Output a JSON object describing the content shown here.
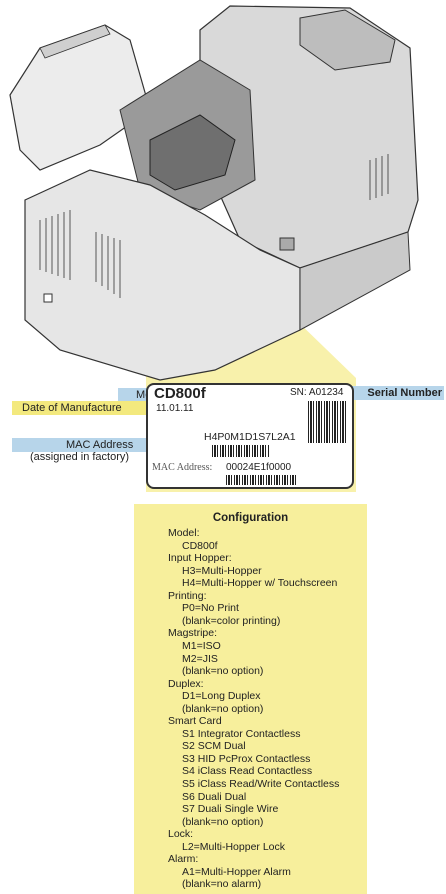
{
  "label": {
    "model_caption": "Model",
    "model_value": "CD800f",
    "serial_caption": "Serial Number",
    "serial_value": "SN: A01234",
    "date_caption": "Date of Manufacture",
    "date_value": "11.01.11",
    "config_code": "H4P0M1D1S7L2A1",
    "mac_caption": "MAC Address",
    "mac_note": "(assigned in factory)",
    "mac_field_label": "MAC Address:",
    "mac_value": "00024E1f0000"
  },
  "configuration": {
    "title": "Configuration",
    "lines": [
      {
        "text": "Model:",
        "indent": 0
      },
      {
        "text": "CD800f",
        "indent": 1
      },
      {
        "text": "Input Hopper:",
        "indent": 0
      },
      {
        "text": "H3=Multi-Hopper",
        "indent": 1
      },
      {
        "text": "H4=Multi-Hopper w/ Touchscreen",
        "indent": 1
      },
      {
        "text": "Printing:",
        "indent": 0
      },
      {
        "text": "P0=No Print",
        "indent": 1
      },
      {
        "text": "(blank=color printing)",
        "indent": 1
      },
      {
        "text": "Magstripe:",
        "indent": 0
      },
      {
        "text": "M1=ISO",
        "indent": 1
      },
      {
        "text": "M2=JIS",
        "indent": 1
      },
      {
        "text": "(blank=no option)",
        "indent": 1
      },
      {
        "text": "Duplex:",
        "indent": 0
      },
      {
        "text": "D1=Long Duplex",
        "indent": 1
      },
      {
        "text": "(blank=no option)",
        "indent": 1
      },
      {
        "text": "Smart Card",
        "indent": 0
      },
      {
        "text": "S1 Integrator Contactless",
        "indent": 1
      },
      {
        "text": "S2 SCM Dual",
        "indent": 1
      },
      {
        "text": "S3 HID PcProx Contactless",
        "indent": 1
      },
      {
        "text": "S4 iClass Read Contactless",
        "indent": 1
      },
      {
        "text": "S5 iClass Read/Write Contactless",
        "indent": 1
      },
      {
        "text": "S6 Duali Dual",
        "indent": 1
      },
      {
        "text": "S7 Duali Single Wire",
        "indent": 1
      },
      {
        "text": "(blank=no option)",
        "indent": 1
      },
      {
        "text": "Lock:",
        "indent": 0
      },
      {
        "text": "L2=Multi-Hopper Lock",
        "indent": 1
      },
      {
        "text": "Alarm:",
        "indent": 0
      },
      {
        "text": "A1=Multi-Hopper Alarm",
        "indent": 1
      },
      {
        "text": "(blank=no alarm)",
        "indent": 1
      }
    ]
  },
  "colors": {
    "highlight_yellow": "#f7ef9c",
    "caption_blue": "#b7d5ea",
    "caption_yellow": "#f3e97e",
    "printer_body": "#e6e6e6",
    "printer_outline": "#333333"
  }
}
